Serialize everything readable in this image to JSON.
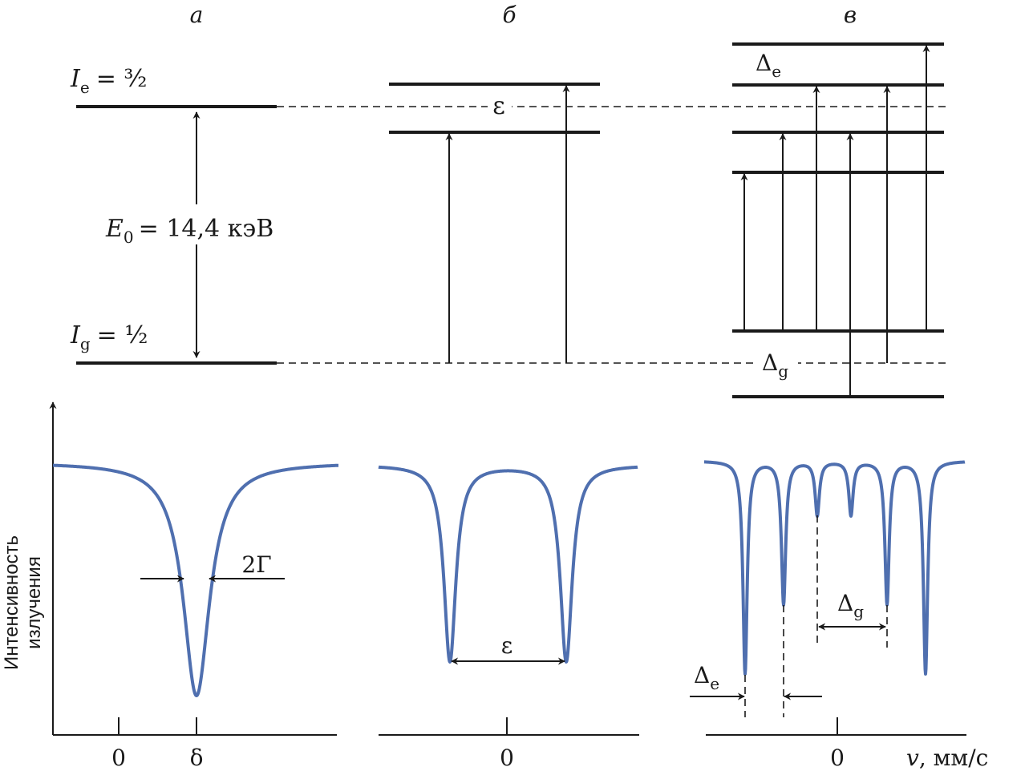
{
  "panels": {
    "a": {
      "label": "а",
      "excited_I": "I",
      "excited_sub": "e",
      "excited_value": "= ³⁄₂",
      "ground_I": "I",
      "ground_sub": "g",
      "ground_value": "= ¹⁄₂",
      "energy_E": "E",
      "energy_sub": "0",
      "energy_value": "= 14,4 кэВ",
      "width_label": "2Γ",
      "tick_zero": "0",
      "tick_delta": "δ"
    },
    "b": {
      "label": "б",
      "split_label": "ε",
      "spectrum_split_label": "ε",
      "tick_zero": "0"
    },
    "c": {
      "label": "в",
      "delta_e": "Δ",
      "delta_e_sub": "e",
      "delta_g": "Δ",
      "delta_g_sub": "g",
      "spec_delta_e": "Δ",
      "spec_delta_e_sub": "e",
      "spec_delta_g": "Δ",
      "spec_delta_g_sub": "g",
      "tick_zero": "0",
      "x_axis_v": "v",
      "x_axis_units": ", мм/с"
    }
  },
  "y_axis": {
    "line1": "Интенсивность",
    "line2": "излучения"
  },
  "colors": {
    "spectrum": "#4f6faf",
    "lines": "#1a1a1a"
  }
}
